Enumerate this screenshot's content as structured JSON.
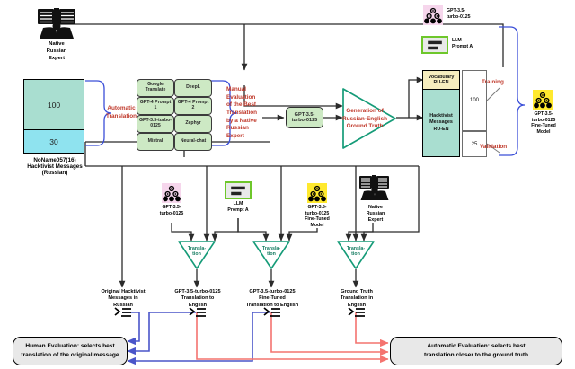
{
  "dataset": {
    "train_count": "100",
    "eval_count": "30",
    "caption_line1": "NoName057(16)",
    "caption_line2": "Hacktivist Messages",
    "caption_line3": "(Russian)"
  },
  "experts": {
    "top": {
      "l1": "Native",
      "l2": "Russian",
      "l3": "Expert",
      "icon": "book-expert-icon"
    },
    "mid": {
      "l1": "Native",
      "l2": "Russian",
      "l3": "Expert",
      "icon": "book-expert-icon"
    }
  },
  "automatic_translation": {
    "label_line1": "Automatic",
    "label_line2": "Translation",
    "systems": [
      "Google Translate",
      "DeepL",
      "GPT-4 Prompt 1",
      "GPT-4 Prompt 2",
      "GPT-3.5-turbo-0125",
      "Zephyr",
      "Mistral",
      "Neural-chat"
    ]
  },
  "manual_evaluation": {
    "lines": [
      "Manual",
      "Evaluation",
      "of the Best",
      "Translation",
      "by a Native",
      "Russian",
      "Expert"
    ]
  },
  "gt_model_chip": {
    "line1": "GPT-3.5-",
    "line2": "turbo-0125"
  },
  "ground_truth": {
    "lines": [
      "Generation of",
      "Russian-English",
      "Ground Truth"
    ]
  },
  "finetune_dataset": {
    "vocab_line1": "Vocabulary",
    "vocab_line2": "RU-EN",
    "msgs_line1": "Hacktivist",
    "msgs_line2": "Messages",
    "msgs_line3": "RU-EN",
    "training_count": "100",
    "validation_count": "25",
    "training_label": "Training",
    "validation_label": "Validation"
  },
  "finetuned_model": {
    "icon": "model-cubes-icon",
    "l1": "GPT-3.5-",
    "l2": "turbo-0125",
    "l3": "Fine-Tuned",
    "l4": "Model"
  },
  "top_legend": [
    {
      "icon": "model-cubes-icon",
      "tile": "pink",
      "l1": "GPT-3.5-",
      "l2": "turbo-0125"
    },
    {
      "icon": "llm-prompt-icon",
      "tile": "green",
      "l1": "LLM",
      "l2": "Prompt A"
    }
  ],
  "translators": [
    {
      "icon": "model-cubes-icon",
      "tile": "pink",
      "l1": "GPT-3.5-",
      "l2": "turbo-0125",
      "l3": "",
      "l4": ""
    },
    {
      "icon": "llm-prompt-icon",
      "tile": "green",
      "l1": "LLM",
      "l2": "Prompt A",
      "l3": "",
      "l4": ""
    },
    {
      "icon": "model-cubes-icon",
      "tile": "yellow",
      "l1": "GPT-3.5-",
      "l2": "turbo-0125",
      "l3": "Fine-Tuned",
      "l4": "Model"
    }
  ],
  "translation_nodes": [
    {
      "l1": "Transla-",
      "l2": "tion"
    },
    {
      "l1": "Transla-",
      "l2": "tion"
    },
    {
      "l1": "Transla-",
      "l2": "tion"
    }
  ],
  "outputs": [
    {
      "l1": "Original Hacktivist",
      "l2": "Messages in",
      "l3": "Russian",
      "icon": "list-lines-icon"
    },
    {
      "l1": "GPT-3.5-turbo-0125",
      "l2": "Translation to",
      "l3": "English",
      "icon": "list-lines-icon"
    },
    {
      "l1": "GPT-3.5-turbo-0125",
      "l2": "Fine-Tuned",
      "l3": "Translation to English",
      "icon": "list-lines-icon"
    },
    {
      "l1": "Ground Truth",
      "l2": "Translation in",
      "l3": "English",
      "icon": "list-lines-icon"
    }
  ],
  "evaluations": {
    "human": {
      "line1": "Human Evaluation: selects best",
      "line2": "translation of the original message"
    },
    "automatic": {
      "line1": "Automatic Evaluation: selects best",
      "line2": "translation closer to the ground truth"
    }
  },
  "colors": {
    "mint": "#a9ded0",
    "cyan": "#8fe3ef",
    "chip_green": "#cde9c4",
    "vocab_yellow": "#f6edbe",
    "red_text": "#c0392b",
    "blue_brace": "#3b4fd8",
    "teal_outline": "#159b78",
    "human_arrow": "#4a55c9",
    "auto_arrow": "#f4736f",
    "tile_pink": "#f6d6ec",
    "tile_yellow": "#ffe92e",
    "tile_green_border": "#6ec72b"
  }
}
